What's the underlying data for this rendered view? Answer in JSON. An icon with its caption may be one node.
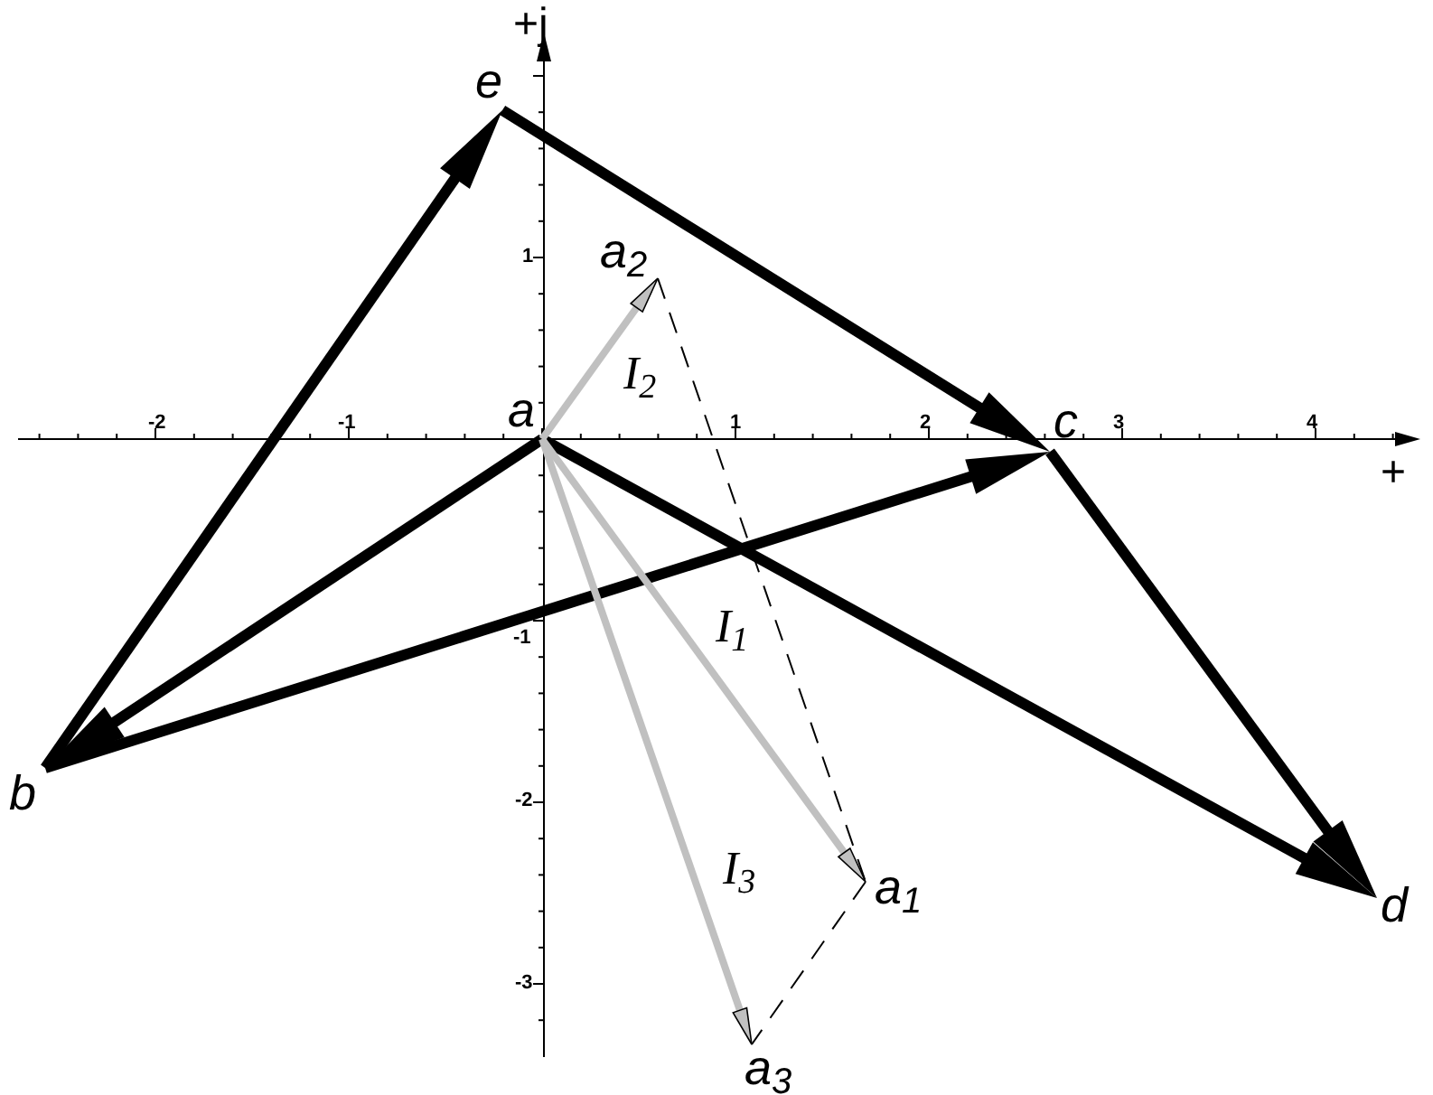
{
  "diagram": {
    "nodes": [
      {
        "text": [
          "e"
        ]
      },
      {
        "text": [
          "a$_{2}$"
        ]
      },
      {
        "text": [
          "a"
        ]
      },
      {
        "text": [
          "c"
        ]
      },
      {
        "text": [
          "b"
        ]
      },
      {
        "text": [
          "a$_{1}$"
        ]
      },
      {
        "text": [
          "d"
        ]
      },
      {
        "text": [
          "a$_{3}$"
        ]
      }
    ],
    "edges": [
      {
        "from": 4,
        "to": 0,
        "arrow": "to"
      },
      {
        "from": 0,
        "to": 3,
        "arrow": "to"
      },
      {
        "from": 3,
        "to": 6,
        "arrow": "to"
      },
      {
        "from": 4,
        "to": 3,
        "arrow": "to"
      },
      {
        "from": 2,
        "to": 4,
        "arrow": "to"
      },
      {
        "from": 2,
        "to": 6,
        "arrow": "to"
      },
      {
        "from": 2,
        "to": 1,
        "arrow": "to",
        "label": "I$_{2}$",
        "color": "#c0c0c0"
      },
      {
        "from": 2,
        "to": 5,
        "arrow": "to",
        "label": "I$_{1}$",
        "color": "#c0c0c0"
      },
      {
        "from": 2,
        "to": 7,
        "arrow": "to",
        "label": "I$_{3}$",
        "color": "#c0c0c0"
      },
      {
        "from": 1,
        "to": 5,
        "arrow": "none",
        "style": "dashed"
      },
      {
        "from": 5,
        "to": 7,
        "arrow": "none",
        "style": "dashed"
      }
    ],
    "labels": [
      "+j",
      "1",
      "-2",
      "-1",
      "1",
      "2",
      "3",
      "4",
      "+",
      "-1",
      "-2",
      "-3"
    ]
  }
}
